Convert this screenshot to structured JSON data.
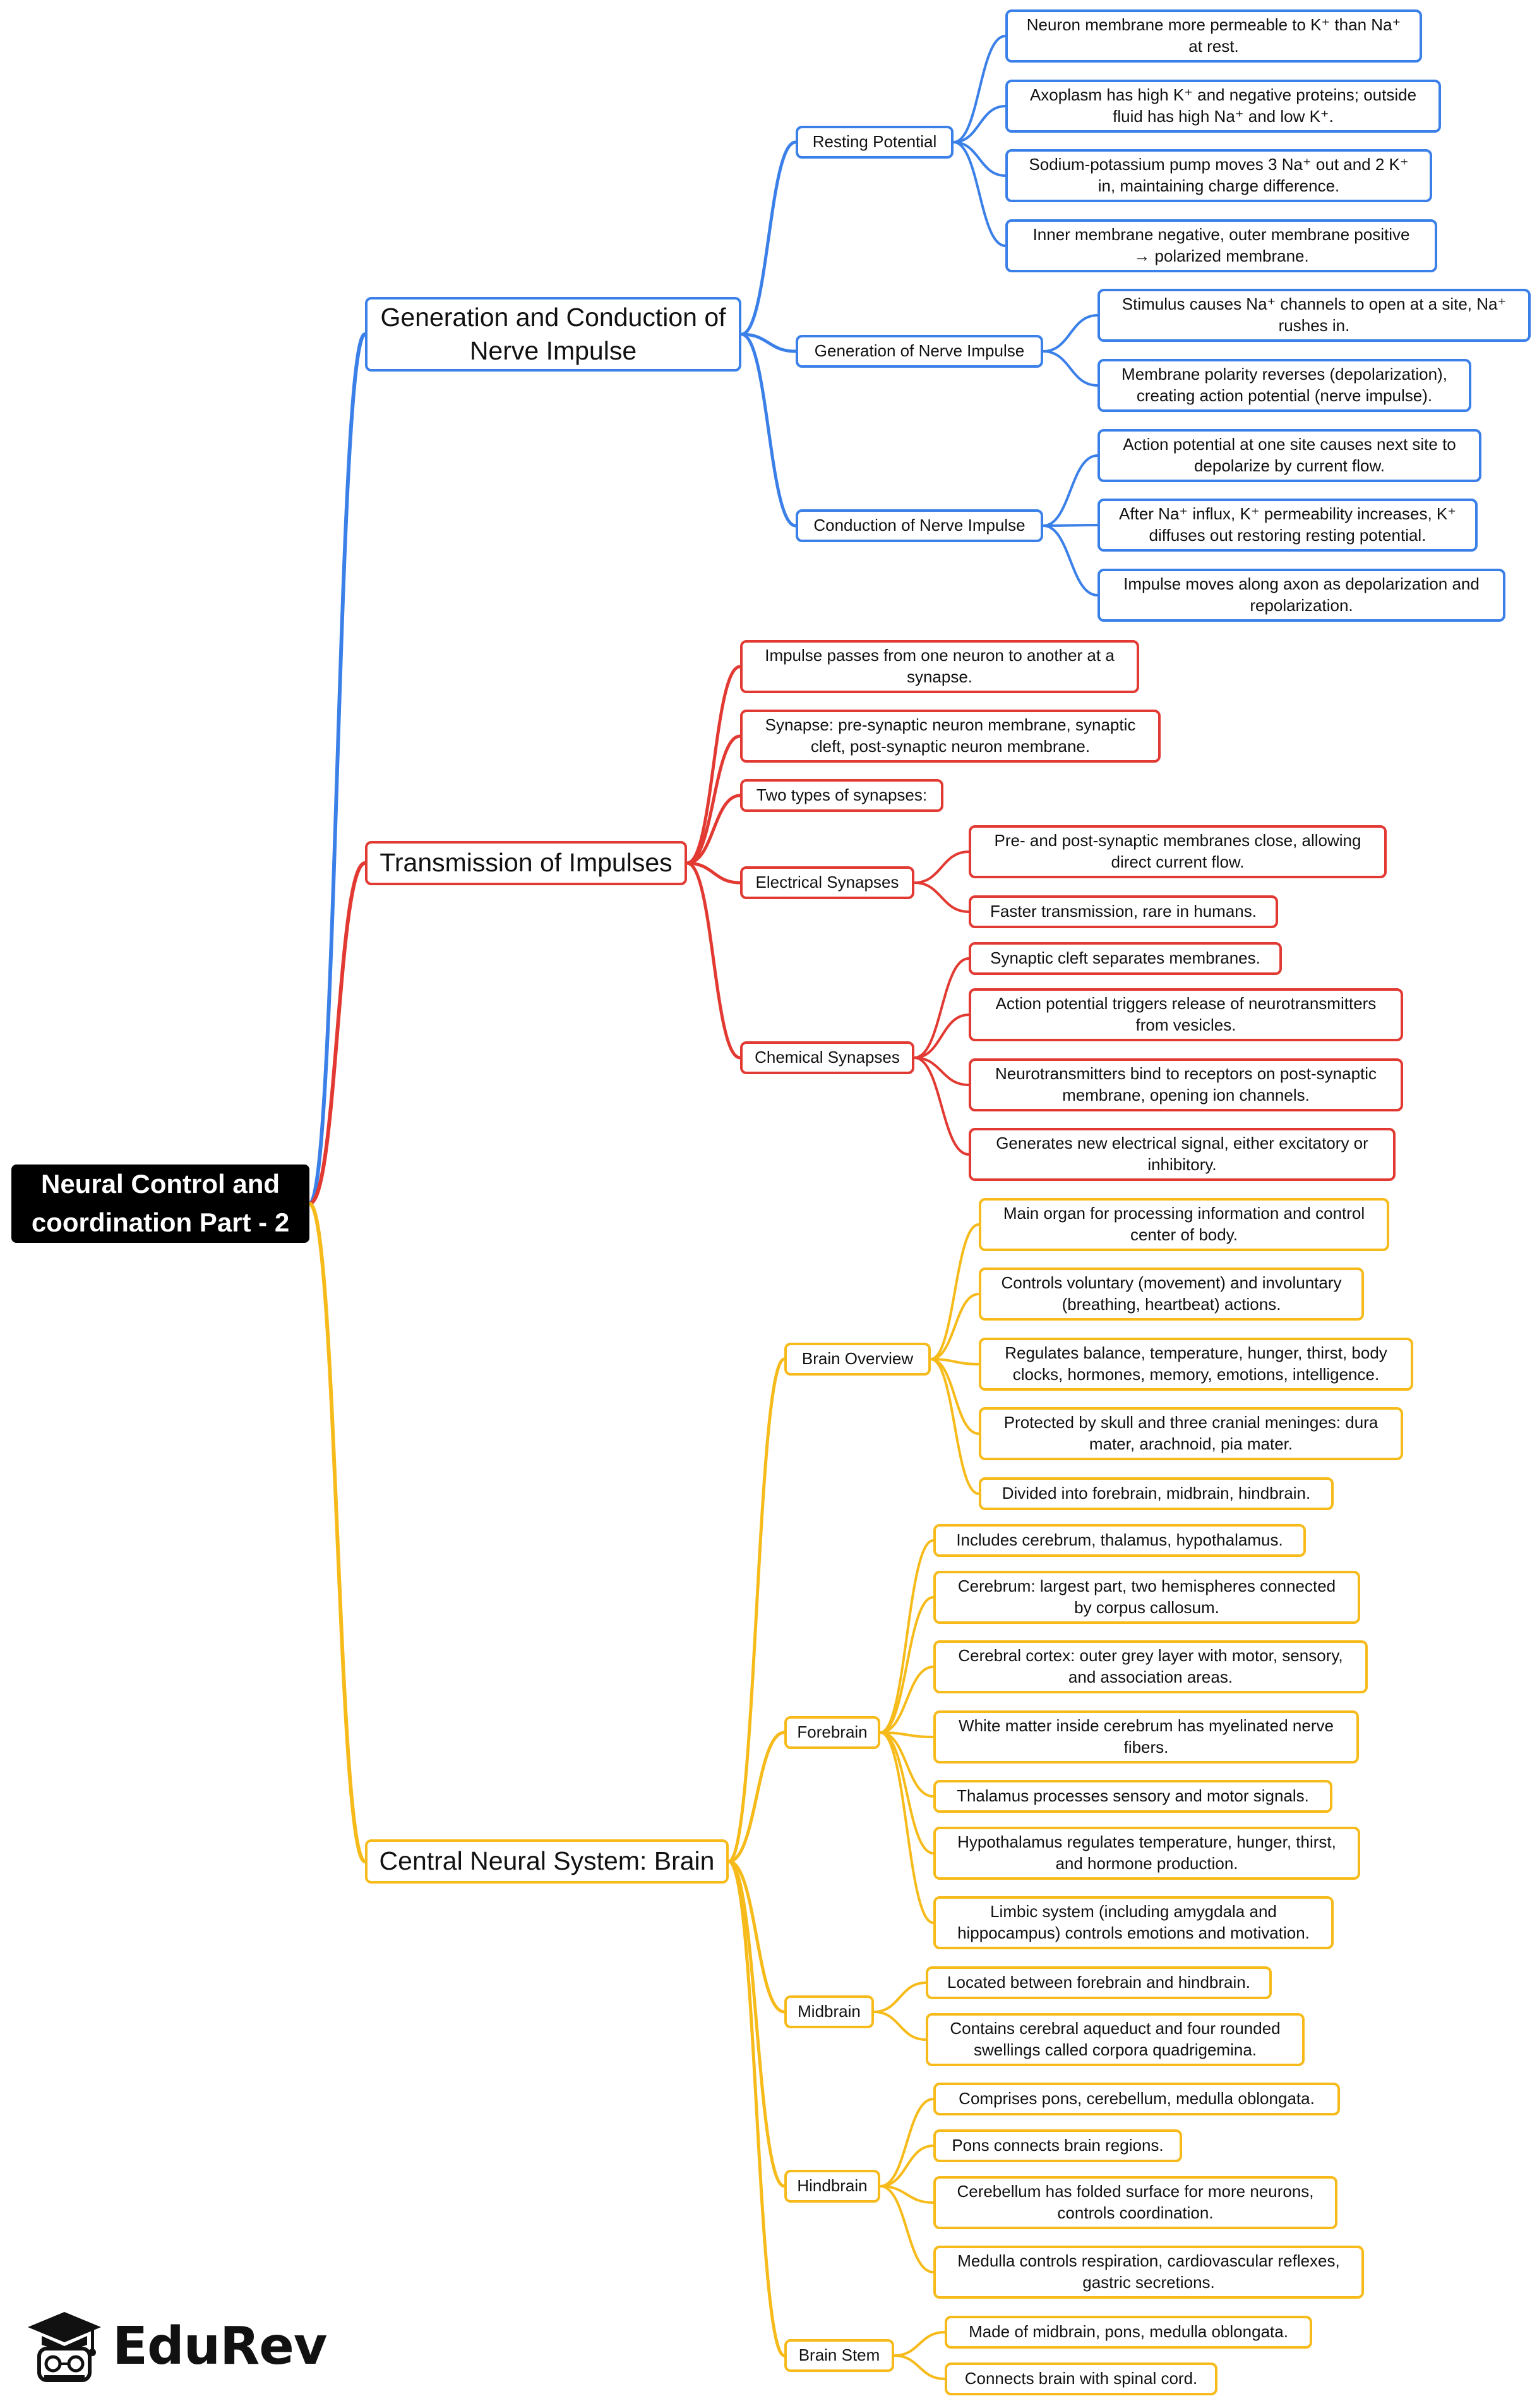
{
  "colors": {
    "branch1": "#3b80e8",
    "branch2": "#e23a33",
    "branch3": "#f6bb1a",
    "root_bg": "#000000",
    "root_text": "#ffffff"
  },
  "root": {
    "label": "Neural Control and\ncoordination Part - 2"
  },
  "branches": [
    {
      "label": "Generation and Conduction of\nNerve Impulse",
      "color": "#3b80e8",
      "children": [
        {
          "label": "Resting Potential",
          "children": [
            "Neuron membrane more permeable to K⁺ than Na⁺\nat rest.",
            "Axoplasm has high K⁺ and negative proteins; outside\nfluid has high Na⁺ and low K⁺.",
            "Sodium-potassium pump moves 3 Na⁺ out and 2 K⁺\nin, maintaining charge difference.",
            "Inner membrane negative, outer membrane positive\n→ polarized membrane."
          ]
        },
        {
          "label": "Generation of Nerve Impulse",
          "children": [
            "Stimulus causes Na⁺ channels to open at a site, Na⁺\nrushes in.",
            "Membrane polarity reverses (depolarization),\ncreating action potential (nerve impulse)."
          ]
        },
        {
          "label": "Conduction of Nerve Impulse",
          "children": [
            "Action potential at one site causes next site to\ndepolarize by current flow.",
            "After Na⁺ influx, K⁺ permeability increases, K⁺\ndiffuses out restoring resting potential.",
            "Impulse moves along axon as depolarization and\nrepolarization."
          ]
        }
      ]
    },
    {
      "label": "Transmission of Impulses",
      "color": "#e23a33",
      "children": [
        {
          "label": "Impulse passes from one neuron to another at a\nsynapse.",
          "children": []
        },
        {
          "label": "Synapse: pre-synaptic neuron membrane, synaptic\ncleft, post-synaptic neuron membrane.",
          "children": []
        },
        {
          "label": "Two types of synapses:",
          "children": []
        },
        {
          "label": "Electrical Synapses",
          "children": [
            "Pre- and post-synaptic membranes close, allowing\ndirect current flow.",
            "Faster transmission, rare in humans."
          ]
        },
        {
          "label": "Chemical Synapses",
          "children": [
            "Synaptic cleft separates membranes.",
            "Action potential triggers release of neurotransmitters\nfrom vesicles.",
            "Neurotransmitters bind to receptors on post-synaptic\nmembrane, opening ion channels.",
            "Generates new electrical signal, either excitatory or\ninhibitory."
          ]
        }
      ]
    },
    {
      "label": "Central Neural System: Brain",
      "color": "#f6bb1a",
      "children": [
        {
          "label": "Brain Overview",
          "children": [
            "Main organ for processing information and control\ncenter of body.",
            "Controls voluntary (movement) and involuntary\n(breathing, heartbeat) actions.",
            "Regulates balance, temperature, hunger, thirst, body\nclocks, hormones, memory, emotions, intelligence.",
            "Protected by skull and three cranial meninges: dura\nmater, arachnoid, pia mater.",
            "Divided into forebrain, midbrain, hindbrain."
          ]
        },
        {
          "label": "Forebrain",
          "children": [
            "Includes cerebrum, thalamus, hypothalamus.",
            "Cerebrum: largest part, two hemispheres connected\nby corpus callosum.",
            "Cerebral cortex: outer grey layer with motor, sensory,\nand association areas.",
            "White matter inside cerebrum has myelinated nerve\nfibers.",
            "Thalamus processes sensory and motor signals.",
            "Hypothalamus regulates temperature, hunger, thirst,\nand hormone production.",
            "Limbic system (including amygdala and\nhippocampus) controls emotions and motivation."
          ]
        },
        {
          "label": "Midbrain",
          "children": [
            "Located between forebrain and hindbrain.",
            "Contains cerebral aqueduct and four rounded\nswellings called corpora quadrigemina."
          ]
        },
        {
          "label": "Hindbrain",
          "children": [
            "Comprises pons, cerebellum, medulla oblongata.",
            "Pons connects brain regions.",
            "Cerebellum has folded surface for more neurons,\ncontrols coordination.",
            "Medulla controls respiration, cardiovascular reflexes,\ngastric secretions."
          ]
        },
        {
          "label": "Brain Stem",
          "children": [
            "Made of midbrain, pons, medulla oblongata.",
            "Connects brain with spinal cord."
          ]
        }
      ]
    }
  ],
  "logo": {
    "text": "EduRev",
    "icon": "graduate-cap-icon"
  }
}
